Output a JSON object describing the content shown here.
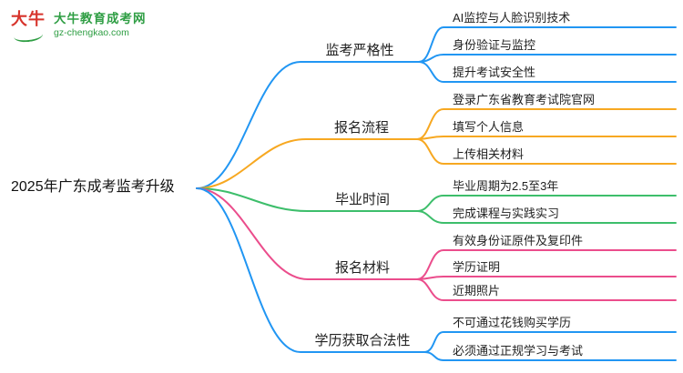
{
  "logo": {
    "emblem_text": "大牛",
    "brand_name": "大牛教育成考网",
    "brand_url": "gz-chengkao.com",
    "brand_color": "#2f9e44",
    "emblem_color": "#d7342c"
  },
  "root": {
    "label": "2025年广东成考监考升级"
  },
  "palette": {
    "blue": "#2196F3",
    "orange": "#F7A821",
    "green": "#3DBE6B",
    "pink": "#EB4D8C"
  },
  "branches": [
    {
      "label": "监考严格性",
      "color": "#2196F3",
      "children": [
        "AI监控与人脸识别技术",
        "身份验证与监控",
        "提升考试安全性"
      ]
    },
    {
      "label": "报名流程",
      "color": "#F7A821",
      "children": [
        "登录广东省教育考试院官网",
        "填写个人信息",
        "上传相关材料"
      ]
    },
    {
      "label": "毕业时间",
      "color": "#3DBE6B",
      "children": [
        "毕业周期为2.5至3年",
        "完成课程与实践实习"
      ]
    },
    {
      "label": "报名材料",
      "color": "#EB4D8C",
      "children": [
        "有效身份证原件及复印件",
        "学历证明",
        "近期照片"
      ]
    },
    {
      "label": "学历获取合法性",
      "color": "#2196F3",
      "children": [
        "不可通过花钱购买学历",
        "必须通过正规学习与考试"
      ]
    }
  ]
}
